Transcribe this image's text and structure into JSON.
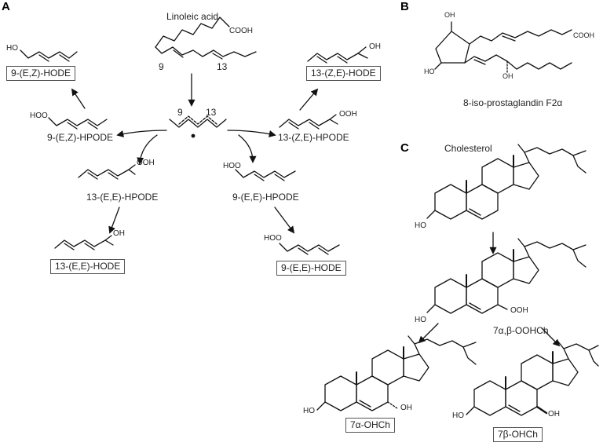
{
  "panels": {
    "a": "A",
    "b": "B",
    "c": "C"
  },
  "panel_a": {
    "linoleic_acid": "Linoleic acid",
    "cooh": "COOH",
    "carbon_9": "9",
    "carbon_13": "13",
    "radical_9": "9",
    "radical_13": "13",
    "hode_9_ez": "9-(E,Z)-HODE",
    "hode_13_ze": "13-(Z,E)-HODE",
    "hpode_9_ez": "9-(E,Z)-HPODE",
    "hpode_13_ze": "13-(Z,E)-HPODE",
    "hpode_13_ee": "13-(E,E)-HPODE",
    "hpode_9_ee": "9-(E,E)-HPODE",
    "hode_13_ee": "13-(E,E)-HODE",
    "hode_9_ee": "9-(E,E)-HODE",
    "oh": "OH",
    "ooh": "OOH",
    "hoo": "HOO",
    "ho": "HO"
  },
  "panel_b": {
    "name": "8-iso-prostaglandin F2α",
    "oh_top": "OH",
    "ho_left": "HO",
    "oh_chain": "OH",
    "cooh": "COOH"
  },
  "panel_c": {
    "cholesterol": "Cholesterol",
    "oohch": "7α,β-OOHCh",
    "ohch_alpha": "7α-OHCh",
    "ohch_beta": "7β-OHCh",
    "ho": "HO",
    "ooh": "OOH",
    "oh": "OH"
  }
}
